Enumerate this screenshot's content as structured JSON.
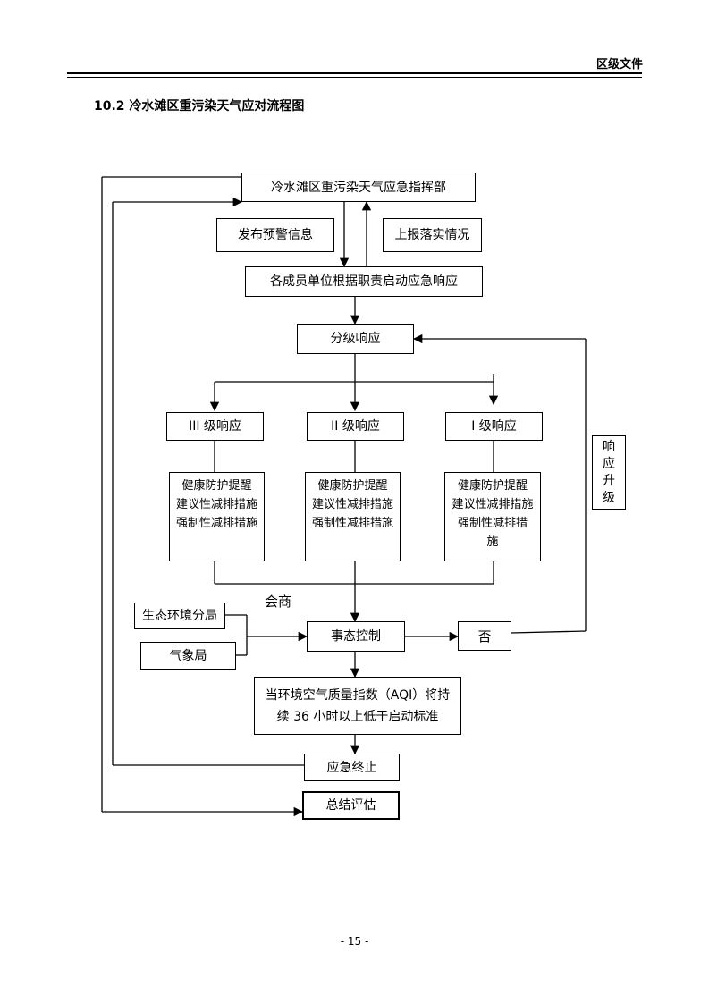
{
  "header": {
    "doc_label": "区级文件"
  },
  "section_title": "10.2 冷水滩区重污染天气应对流程图",
  "flow": {
    "command_center": "冷水滩区重污染天气应急指挥部",
    "publish_warning": "发布预警信息",
    "report_status": "上报落实情况",
    "members_response": "各成员单位根据职责启动应急响应",
    "graded_response": "分级响应",
    "level3": "III 级响应",
    "level2": "II 级响应",
    "level1": "I 级响应",
    "measures_3": [
      "健康防护提醒",
      "建议性减排措施",
      "强制性减排措施"
    ],
    "measures_2": [
      "健康防护提醒",
      "建议性减排措施",
      "强制性减排措施"
    ],
    "measures_1": [
      "健康防护提醒",
      "建议性减排措施",
      "强制性减排措",
      "施"
    ],
    "consult_label": "会商",
    "eco_bureau": "生态环境分局",
    "weather_bureau": "气象局",
    "situation_control": "事态控制",
    "no_label": "否",
    "upgrade": [
      "响",
      "应",
      "升",
      "级"
    ],
    "aqi_condition": [
      "当环境空气质量指数（AQI）将持",
      "续 36 小时以上低于启动标准"
    ],
    "terminate": "应急终止",
    "summary": "总结评估"
  },
  "footer": {
    "page_number": "- 15 -"
  }
}
